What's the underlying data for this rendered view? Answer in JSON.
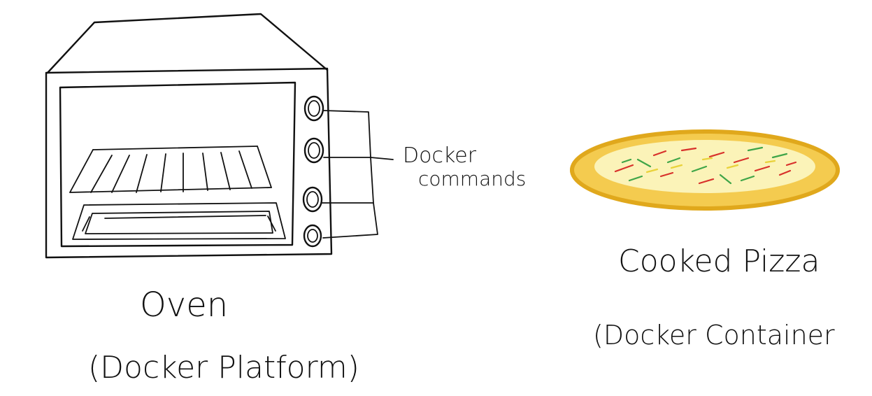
{
  "labels": {
    "oven_title": "Oven",
    "oven_subtitle": "(Docker Platform)",
    "knobs_label_line1": "Docker",
    "knobs_label_line2": "commands",
    "pizza_title": "Cooked Pizza",
    "pizza_subtitle": "(Docker Container"
  },
  "colors": {
    "ink": "#111111",
    "pizza_crust": "#f2c230",
    "pizza_crust_dark": "#e0a81c",
    "pizza_cheese": "#fbf3b8",
    "topping_red": "#d8312b",
    "topping_green": "#3fa548",
    "topping_yellow": "#e9d23a"
  }
}
